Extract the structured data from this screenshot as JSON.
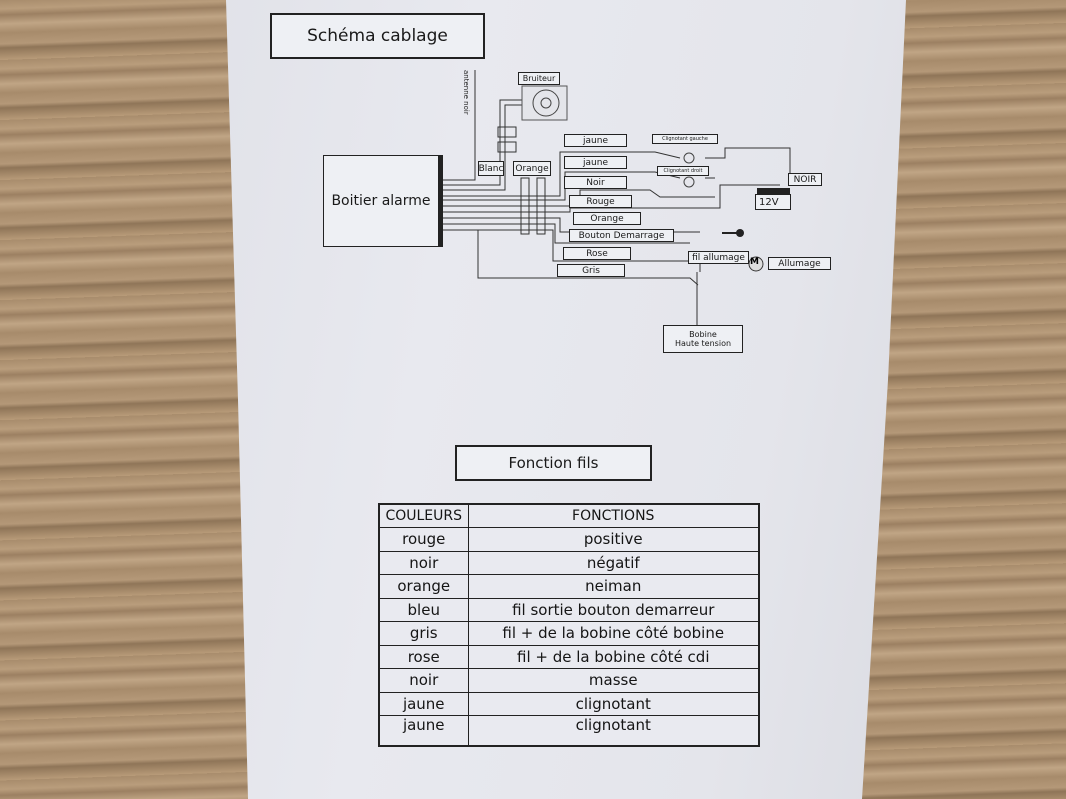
{
  "titles": {
    "schema": "Schéma cablage",
    "fonction": "Fonction fils"
  },
  "diagram": {
    "boitier": "Boitier alarme",
    "antenne": "antenne noir",
    "bruiteur": "Bruiteur",
    "blanc": "Blanc",
    "orange_top": "Orange",
    "wires": [
      "jaune",
      "jaune",
      "Noir",
      "Rouge",
      "Orange",
      "Bouton Demarrage",
      "Rose",
      "Gris"
    ],
    "clignotant_gauche": "Clignotant gauche",
    "clignotant_droit": "Clignotant droit",
    "noir_batt": "NOIR",
    "battery": "12V",
    "fil_allumage": "fil allumage",
    "motor": "M",
    "allumage": "Allumage",
    "bobine": [
      "Bobine",
      "Haute tension"
    ]
  },
  "table": {
    "headers": [
      "COULEURS",
      "FONCTIONS"
    ],
    "rows": [
      [
        "rouge",
        "positive"
      ],
      [
        "noir",
        "négatif"
      ],
      [
        "orange",
        "neiman"
      ],
      [
        "bleu",
        "fil sortie bouton demarreur"
      ],
      [
        "gris",
        "fil + de la bobine côté bobine"
      ],
      [
        "rose",
        "fil + de la bobine côté cdi"
      ],
      [
        "noir",
        "masse"
      ],
      [
        "jaune",
        "clignotant"
      ],
      [
        "jaune",
        "clignotant"
      ]
    ]
  }
}
